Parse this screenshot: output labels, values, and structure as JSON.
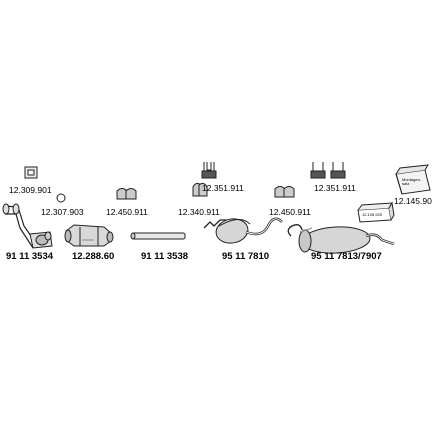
{
  "parts": [
    {
      "id": "p1",
      "code": "12.309.901"
    },
    {
      "id": "p2",
      "code": "12.307.903"
    },
    {
      "id": "p3",
      "code": "12.450.911"
    },
    {
      "id": "p4",
      "code": "12.351.911"
    },
    {
      "id": "p5",
      "code": "12.340.911"
    },
    {
      "id": "p6",
      "code": "12.450.911"
    },
    {
      "id": "p7",
      "code": "12.351.911"
    },
    {
      "id": "p8",
      "code": "12.145.90"
    },
    {
      "id": "p9",
      "code": "91 11 3534"
    },
    {
      "id": "p10",
      "code": "12.288.60"
    },
    {
      "id": "p11",
      "code": "91 11 3538"
    },
    {
      "id": "p12",
      "code": "95 11 7810"
    },
    {
      "id": "p13",
      "code": "95 11 7813/7907"
    }
  ],
  "kit_box_label": "12.105.925",
  "mounting_box_label": "Montagen-\nsatz"
}
